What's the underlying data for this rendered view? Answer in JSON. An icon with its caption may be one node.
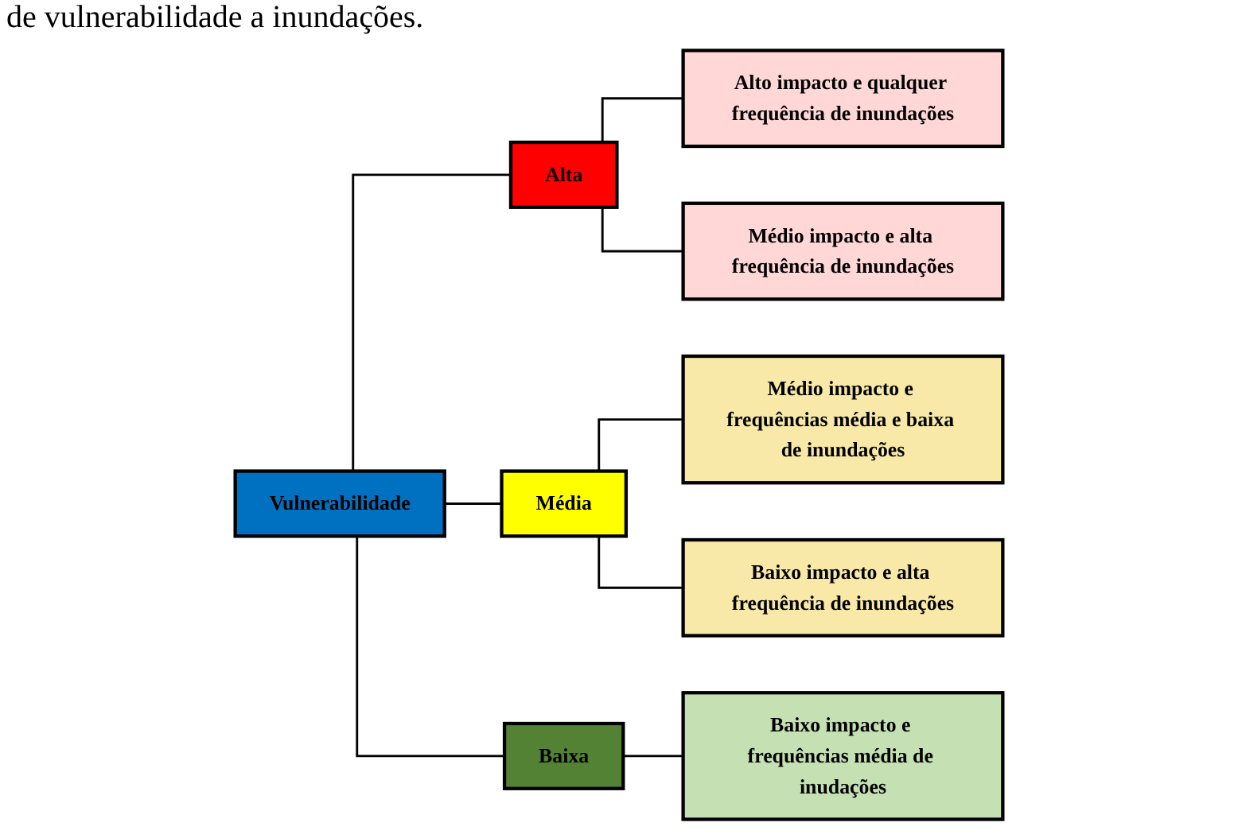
{
  "diagram": {
    "nodes": [
      {
        "text": [
          "Vulnerabilidade"
        ]
      },
      {
        "text": [
          "Alta"
        ]
      },
      {
        "text": [
          "Média"
        ]
      },
      {
        "text": [
          "Baixa"
        ]
      },
      {
        "text": [
          "Alto impacto e qualquer frequência de inundações"
        ]
      },
      {
        "text": [
          "Médio impacto e alta frequência de inundações"
        ]
      },
      {
        "text": [
          "Médio impacto e frequências média e baixa de inundações"
        ]
      },
      {
        "text": [
          "Baixo impacto e alta frequência de inundações"
        ]
      },
      {
        "text": [
          "Baixo impacto e frequências média de inudações"
        ]
      }
    ],
    "edges": [
      {
        "from": 0,
        "to": 1,
        "arrow": "none"
      },
      {
        "from": 0,
        "to": 2,
        "arrow": "none"
      },
      {
        "from": 0,
        "to": 3,
        "arrow": "none"
      },
      {
        "from": 1,
        "to": 4,
        "arrow": "none"
      },
      {
        "from": 1,
        "to": 5,
        "arrow": "none"
      },
      {
        "from": 2,
        "to": 6,
        "arrow": "none"
      },
      {
        "from": 2,
        "to": 7,
        "arrow": "none"
      },
      {
        "from": 3,
        "to": 8,
        "arrow": "none"
      }
    ],
    "labels": [
      "de vulnerabilidade a inundações."
    ]
  }
}
